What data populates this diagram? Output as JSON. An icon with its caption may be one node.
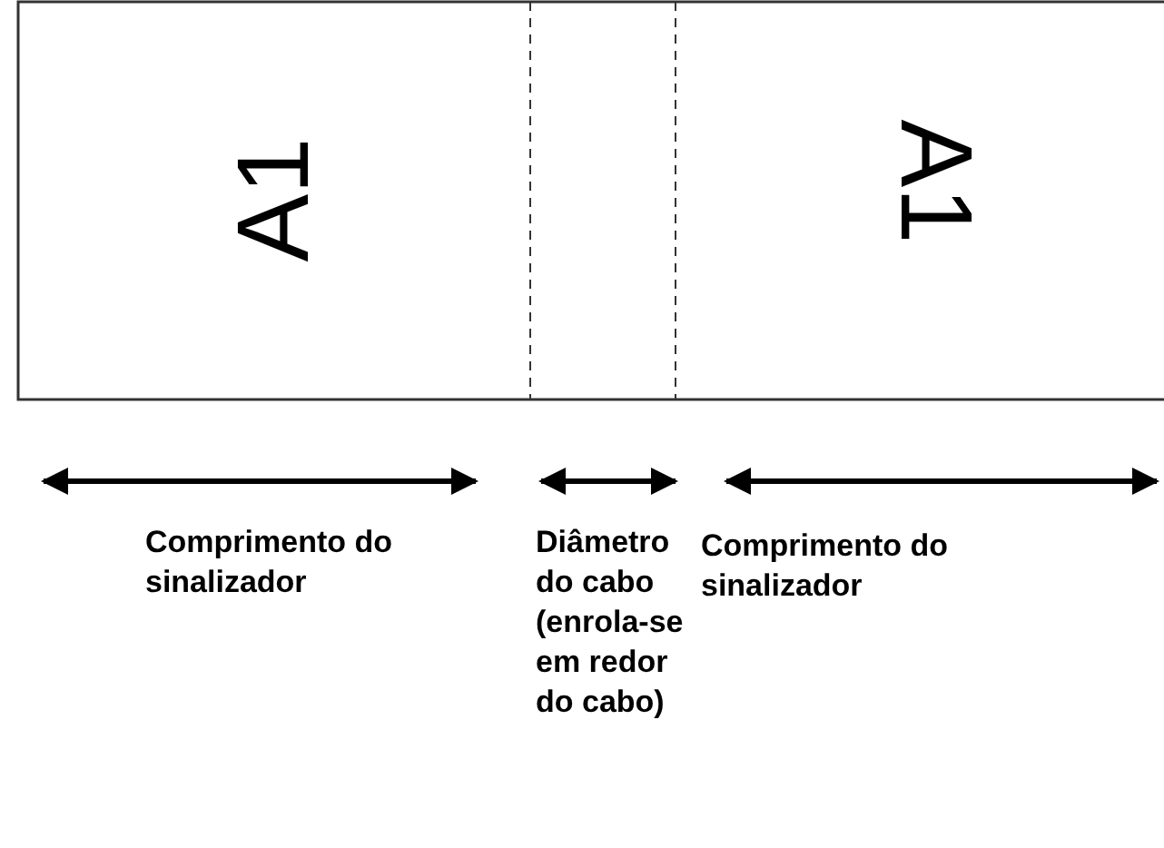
{
  "diagram": {
    "labels": [
      "A1",
      "A1",
      "Comprimento do sinalizador",
      "Diâmetro do cabo (enrola-se em redor do cabo)",
      "Comprimento do sinalizador"
    ]
  }
}
